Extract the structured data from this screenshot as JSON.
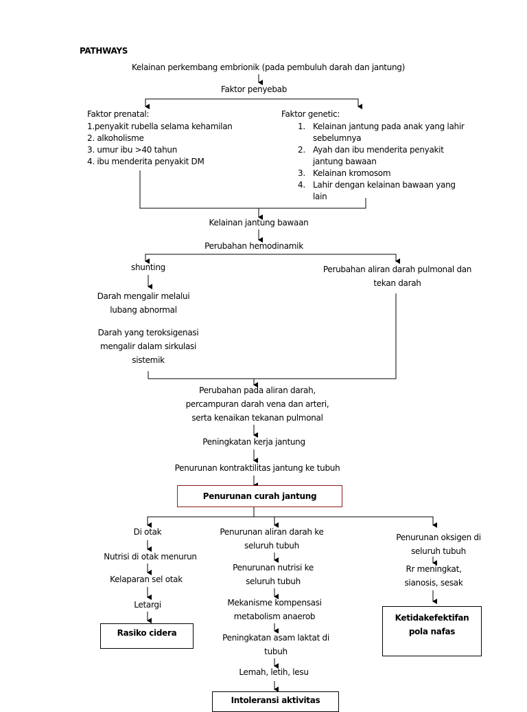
{
  "title": "PATHWAYS",
  "root": "Kelainan perkembang embrionik (pada pembuluh darah dan jantung)",
  "cause": "Faktor penyebab",
  "prenatal": {
    "heading": "Faktor prenatal:",
    "items": [
      "1.penyakit rubella selama kehamilan",
      "2. alkoholisme",
      "3. umur ibu >40 tahun",
      "4. ibu menderita penyakit DM"
    ]
  },
  "genetic": {
    "heading": "Faktor genetic:",
    "items": [
      {
        "num": "1.",
        "text": "Kelainan jantung pada anak yang lahir sebelumnya"
      },
      {
        "num": "2.",
        "text": "Ayah dan ibu menderita penyakit jantung bawaan"
      },
      {
        "num": "3.",
        "text": "Kelainan kromosom"
      },
      {
        "num": "4.",
        "text": "Lahir dengan kelainan bawaan yang lain"
      }
    ]
  },
  "congenital": "Kelainan jantung bawaan",
  "hemodynamic": "Perubahan hemodinamik",
  "shunting": "shunting",
  "pulmonary": "Perubahan aliran darah pulmonal dan tekan darah",
  "abnormal_flow": "Darah mengalir melalui lubang abnormal",
  "oxygenated": "Darah yang teroksigenasi mengalir dalam sirkulasi sistemik",
  "flow_change": "Perubahan pada aliran darah, percampuran darah vena dan arteri, serta kenaikan tekanan pulmonal",
  "workload": "Peningkatan kerja jantung",
  "contractility": "Penurunan kontraktilitas jantung ke tubuh",
  "cardiac_output": "Penurunan curah jantung",
  "left": {
    "brain": "Di otak",
    "nutrition": "Nutrisi di otak menurun",
    "starvation": "Kelaparan sel otak",
    "lethargy": "Letargi",
    "diagnosis": "Rasiko cidera"
  },
  "middle": {
    "flow": "Penurunan aliran darah ke seluruh tubuh",
    "nutrition": "Penurunan nutrisi ke seluruh tubuh",
    "mechanism": "Mekanisme kompensasi metabolism anaerob",
    "lactate": "Peningkatan asam laktat di tubuh",
    "weak": "Lemah, letih, lesu",
    "diagnosis": "Intoleransi aktivitas"
  },
  "right": {
    "oxygen": "Penurunan oksigen di seluruh tubuh",
    "symptoms": "Rr meningkat, sianosis, sesak",
    "diagnosis": "Ketidakefektifan pola nafas"
  },
  "colors": {
    "line": "#000000",
    "accent_border": "#8b1a1a"
  }
}
